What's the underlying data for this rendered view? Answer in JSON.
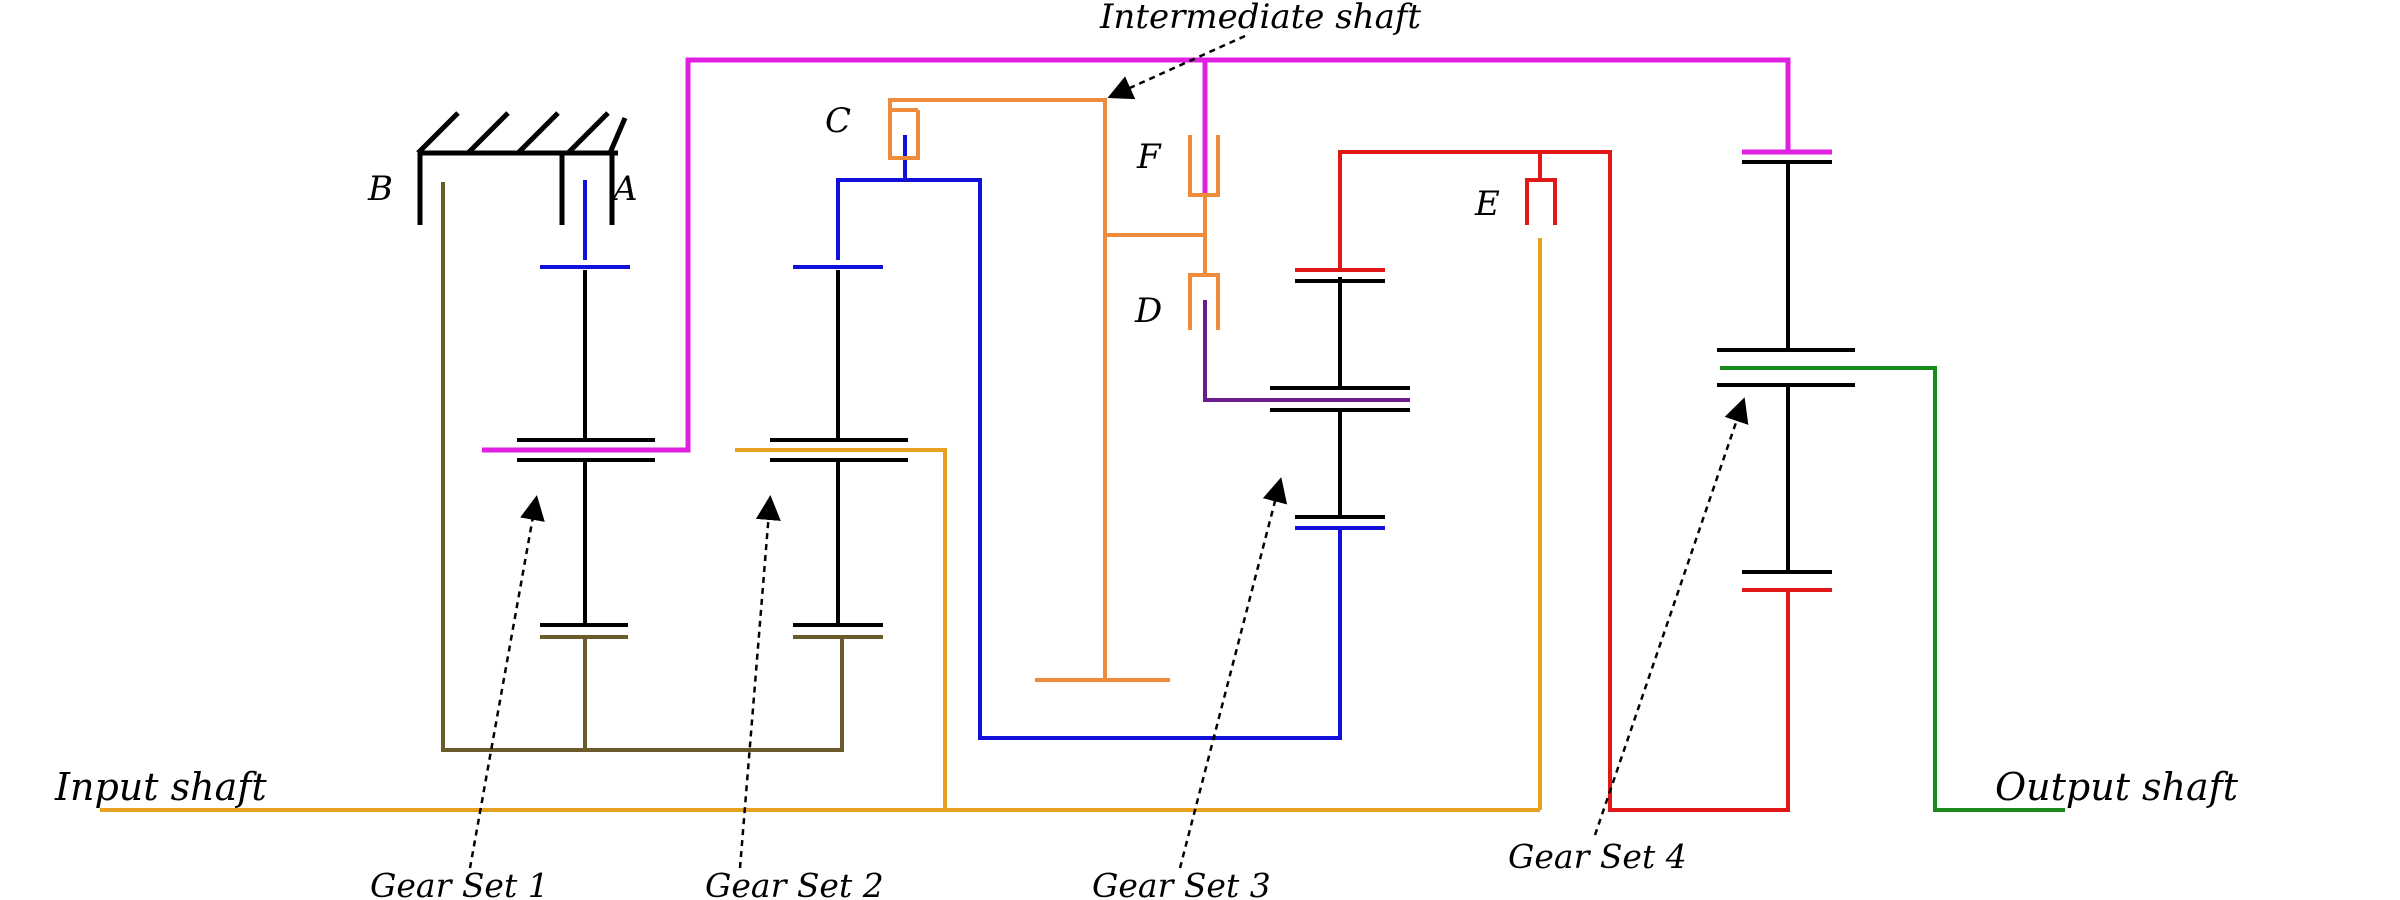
{
  "labels": {
    "input_shaft": "Input shaft",
    "output_shaft": "Output shaft",
    "intermediate_shaft": "Intermediate shaft",
    "gear_set_1": "Gear Set 1",
    "gear_set_2": "Gear Set 2",
    "gear_set_3": "Gear Set 3",
    "gear_set_4": "Gear Set 4",
    "clutch_a": "A",
    "clutch_b": "B",
    "clutch_c": "C",
    "clutch_d": "D",
    "clutch_e": "E",
    "clutch_f": "F"
  },
  "colors": {
    "black": "#000000",
    "magenta": "#e020e0",
    "blue": "#1010d8",
    "orange": "#ef8a3a",
    "amber": "#e8a020",
    "olive": "#6b5a2a",
    "red": "#e01818",
    "purple": "#6a1a8a",
    "green": "#1a8a1a"
  }
}
